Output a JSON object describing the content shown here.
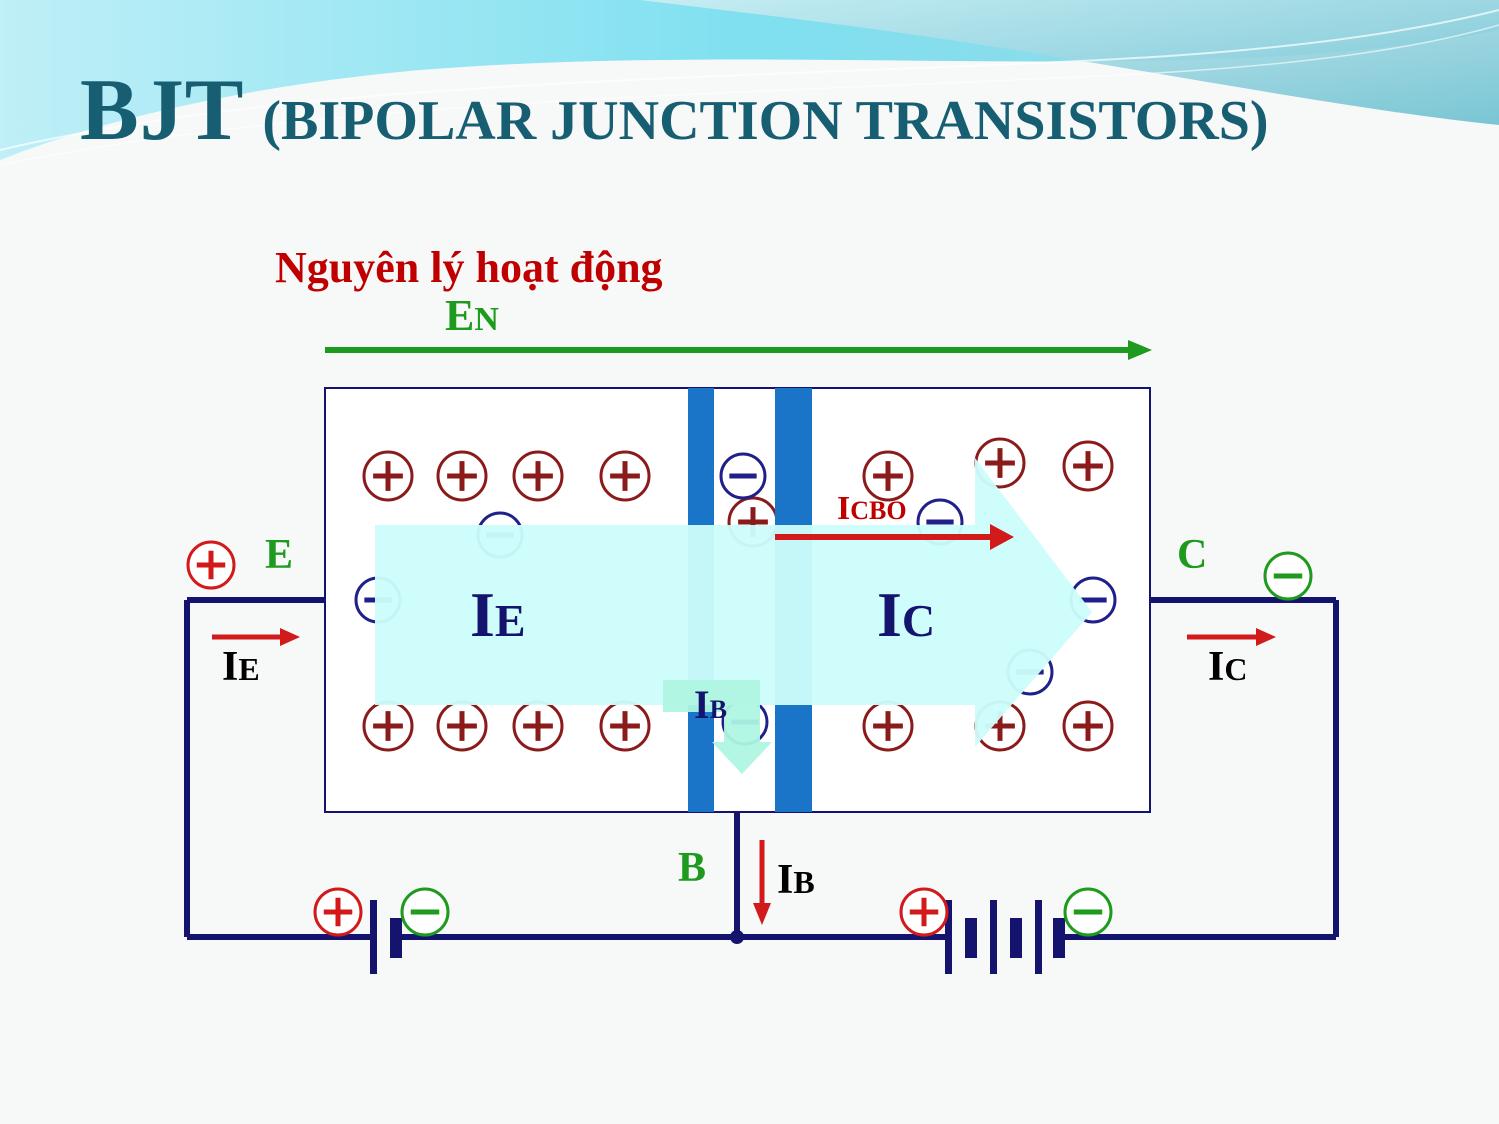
{
  "slide": {
    "title_main": "BJT",
    "title_sub": "(BIPOLAR JUNCTION TRANSISTORS)"
  },
  "diagram": {
    "heading": "Nguyên lý hoạt động",
    "field": {
      "main": "E",
      "sub": "N"
    },
    "terminals": {
      "emitter": "E",
      "collector": "C",
      "base": "B"
    },
    "big_arrow": {
      "emitter_current": {
        "main": "I",
        "sub": "E"
      },
      "collector_current": {
        "main": "I",
        "sub": "C"
      }
    },
    "base_arrow": {
      "main": "I",
      "sub": "B"
    },
    "leakage": {
      "main": "I",
      "sub": "CBO"
    },
    "wire_currents": {
      "emitter": {
        "main": "I",
        "sub": "E"
      },
      "collector": {
        "main": "I",
        "sub": "C"
      },
      "base": {
        "main": "I",
        "sub": "B"
      }
    },
    "signs": {
      "plus": "+",
      "minus": "−"
    },
    "colors": {
      "title": "#175e72",
      "heading": "#c00000",
      "terminal_label": "#1e9a1e",
      "hole": "#8b1a1a",
      "electron": "#20208a",
      "wire": "#14146e",
      "junction": "#1a74c8",
      "big_arrow": "#ccfdfb",
      "current_arrow": "#d21a1a",
      "field_arrow": "#1e9a1e"
    }
  }
}
